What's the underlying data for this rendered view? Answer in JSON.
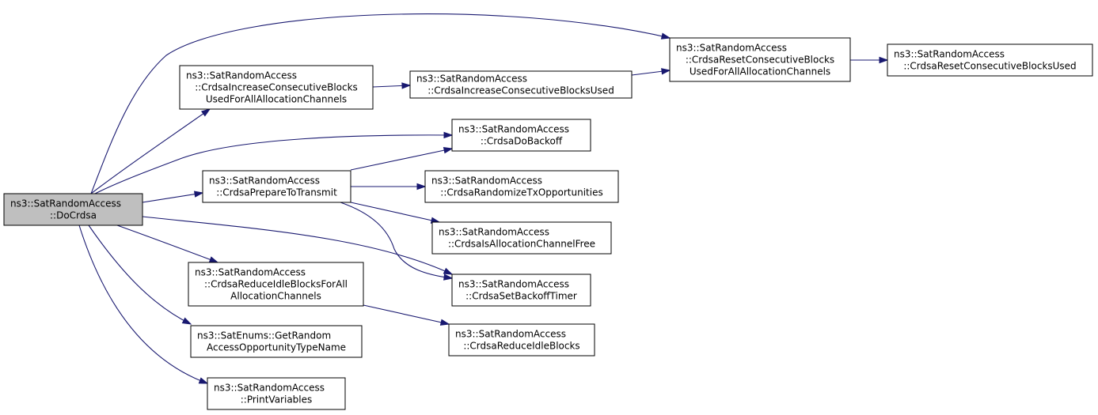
{
  "colors": {
    "edge": "#191970",
    "node_fill": "#ffffff",
    "root_fill": "#bfbfbf",
    "node_border": "#000000"
  },
  "nodes": [
    {
      "id": "docrdsa",
      "lines": [
        "ns3::SatRandomAccess",
        "::DoCrdsa"
      ],
      "root": true
    },
    {
      "id": "inc_all",
      "lines": [
        "ns3::SatRandomAccess",
        "::CrdsaIncreaseConsecutiveBlocks",
        "UsedForAllAllocationChannels"
      ]
    },
    {
      "id": "inc_used",
      "lines": [
        "ns3::SatRandomAccess",
        "::CrdsaIncreaseConsecutiveBlocksUsed"
      ]
    },
    {
      "id": "reset_all",
      "lines": [
        "ns3::SatRandomAccess",
        "::CrdsaResetConsecutiveBlocks",
        "UsedForAllAllocationChannels"
      ]
    },
    {
      "id": "reset_used",
      "lines": [
        "ns3::SatRandomAccess",
        "::CrdsaResetConsecutiveBlocksUsed"
      ]
    },
    {
      "id": "backoff",
      "lines": [
        "ns3::SatRandomAccess",
        "::CrdsaDoBackoff"
      ]
    },
    {
      "id": "prepare",
      "lines": [
        "ns3::SatRandomAccess",
        "::CrdsaPrepareToTransmit"
      ]
    },
    {
      "id": "randomize",
      "lines": [
        "ns3::SatRandomAccess",
        "::CrdsaRandomizeTxOpportunities"
      ]
    },
    {
      "id": "isfree",
      "lines": [
        "ns3::SatRandomAccess",
        "::CrdsaIsAllocationChannelFree"
      ]
    },
    {
      "id": "reduce_all",
      "lines": [
        "ns3::SatRandomAccess",
        "::CrdsaReduceIdleBlocksForAll",
        "AllocationChannels"
      ]
    },
    {
      "id": "settimer",
      "lines": [
        "ns3::SatRandomAccess",
        "::CrdsaSetBackoffTimer"
      ]
    },
    {
      "id": "reduce",
      "lines": [
        "ns3::SatRandomAccess",
        "::CrdsaReduceIdleBlocks"
      ]
    },
    {
      "id": "enums",
      "lines": [
        "ns3::SatEnums::GetRandom",
        "AccessOpportunityTypeName"
      ]
    },
    {
      "id": "print",
      "lines": [
        "ns3::SatRandomAccess",
        "::PrintVariables"
      ]
    }
  ],
  "edges": [
    {
      "from": "docrdsa",
      "to": "reset_all"
    },
    {
      "from": "docrdsa",
      "to": "inc_all"
    },
    {
      "from": "docrdsa",
      "to": "backoff"
    },
    {
      "from": "docrdsa",
      "to": "prepare"
    },
    {
      "from": "docrdsa",
      "to": "settimer"
    },
    {
      "from": "docrdsa",
      "to": "reduce_all"
    },
    {
      "from": "docrdsa",
      "to": "enums"
    },
    {
      "from": "docrdsa",
      "to": "print"
    },
    {
      "from": "inc_all",
      "to": "inc_used"
    },
    {
      "from": "inc_used",
      "to": "reset_all"
    },
    {
      "from": "reset_all",
      "to": "reset_used"
    },
    {
      "from": "prepare",
      "to": "backoff"
    },
    {
      "from": "prepare",
      "to": "randomize"
    },
    {
      "from": "prepare",
      "to": "isfree"
    },
    {
      "from": "prepare",
      "to": "settimer"
    },
    {
      "from": "reduce_all",
      "to": "reduce"
    }
  ]
}
